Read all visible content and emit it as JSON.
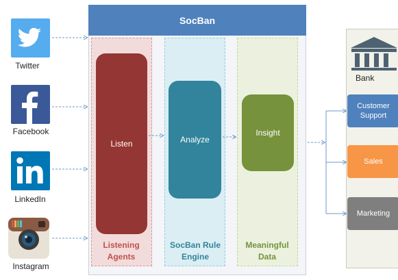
{
  "header": {
    "title": "SocBan"
  },
  "sources": [
    {
      "id": "twitter",
      "label": "Twitter",
      "icon": "twitter-icon",
      "color": "#55acee"
    },
    {
      "id": "facebook",
      "label": "Facebook",
      "icon": "facebook-icon",
      "color": "#3b5998"
    },
    {
      "id": "linkedin",
      "label": "LinkedIn",
      "icon": "linkedin-icon",
      "color": "#0077b5"
    },
    {
      "id": "instagram",
      "label": "Instagram",
      "icon": "instagram-icon",
      "color": "#8a5a44"
    }
  ],
  "stages": {
    "listen": {
      "label": "Listen",
      "lane": "Listening Agents",
      "color": "#943634",
      "lane_color": "#c0504d"
    },
    "analyze": {
      "label": "Analyze",
      "lane": "SocBan Rule Engine",
      "color": "#31849b",
      "lane_color": "#31849b"
    },
    "insight": {
      "label": "Insight",
      "lane": "Meaningful Data",
      "color": "#76923c",
      "lane_color": "#76923c"
    }
  },
  "bank": {
    "label": "Bank",
    "icon": "bank-icon",
    "departments": [
      {
        "label": "Customer Support",
        "color": "#4f81bd"
      },
      {
        "label": "Sales",
        "color": "#f79646"
      },
      {
        "label": "Marketing",
        "color": "#7f7f7f"
      }
    ]
  }
}
